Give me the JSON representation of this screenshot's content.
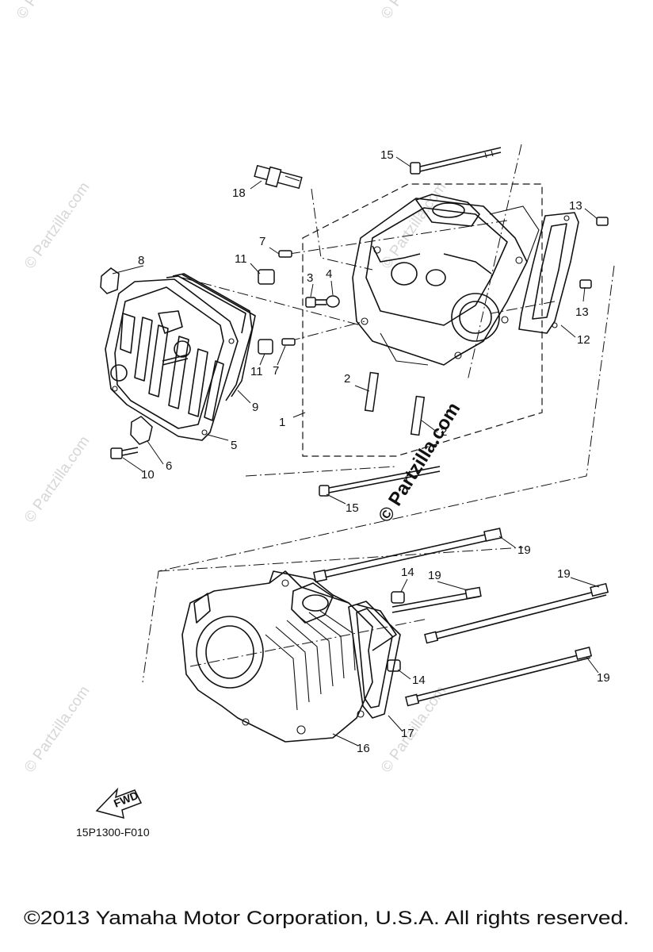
{
  "diagram": {
    "figure_code": "15P1300-F010",
    "fwd_label": "FWD",
    "copyright": "©2013  Yamaha Motor Corporation, U.S.A. All rights reserved.",
    "watermark_text": "© Partzilla.com",
    "watermark_bold": "© Partzilla.com",
    "callouts": {
      "c1": "1",
      "c2a": "2",
      "c2b": "2",
      "c3": "3",
      "c4": "4",
      "c5": "5",
      "c6": "6",
      "c7a": "7",
      "c7b": "7",
      "c8": "8",
      "c9": "9",
      "c10": "10",
      "c11a": "11",
      "c11b": "11",
      "c12": "12",
      "c13a": "13",
      "c13b": "13",
      "c14a": "14",
      "c14b": "14",
      "c15a": "15",
      "c15b": "15",
      "c16": "16",
      "c17": "17",
      "c18": "18",
      "c19a": "19",
      "c19b": "19",
      "c19c": "19",
      "c19d": "19"
    }
  }
}
